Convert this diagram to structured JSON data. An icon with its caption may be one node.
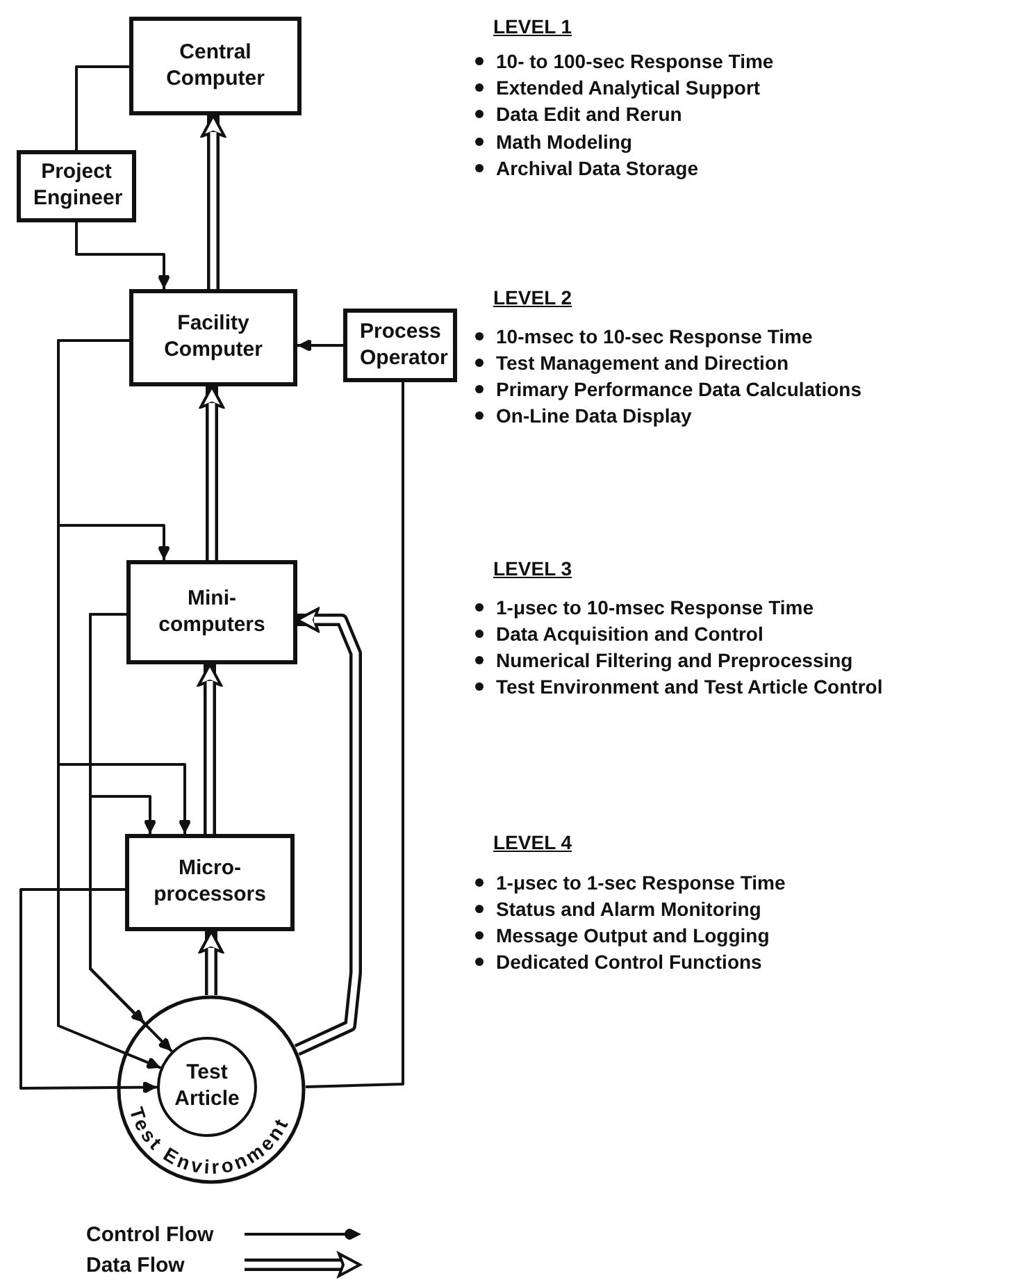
{
  "diagram": {
    "nodes": [
      {
        "text": [
          "Central Computer"
        ]
      },
      {
        "text": [
          "Project Engineer"
        ]
      },
      {
        "text": [
          "Facility Computer"
        ]
      },
      {
        "text": [
          "Process Operator"
        ]
      },
      {
        "text": [
          "Mini- computers"
        ]
      },
      {
        "text": [
          "Micro- processors"
        ]
      },
      {
        "text": [
          "Test Environment"
        ]
      },
      {
        "text": [
          "Test Article"
        ],
        "in": 6
      }
    ],
    "edges": [
      {
        "from": 0,
        "to": 1,
        "arrow": "none"
      },
      {
        "from": 1,
        "to": 2,
        "arrow": "to"
      },
      {
        "from": 3,
        "to": 2,
        "arrow": "to"
      },
      {
        "from": 2,
        "to": 4,
        "arrow": "to"
      },
      {
        "from": 2,
        "to": 5,
        "arrow": "to"
      },
      {
        "from": 2,
        "to": 7,
        "arrow": "to"
      },
      {
        "from": 4,
        "to": 5,
        "arrow": "to"
      },
      {
        "from": 4,
        "to": 6,
        "arrow": "to"
      },
      {
        "from": 4,
        "to": 7,
        "arrow": "to"
      },
      {
        "from": 5,
        "to": 7,
        "arrow": "to"
      },
      {
        "from": 3,
        "to": 6,
        "arrow": "none"
      },
      {
        "from": 2,
        "to": 0,
        "arrow": "to",
        "style": "thick"
      },
      {
        "from": 4,
        "to": 2,
        "arrow": "to",
        "style": "thick"
      },
      {
        "from": 5,
        "to": 4,
        "arrow": "to",
        "style": "thick"
      },
      {
        "from": 6,
        "to": 5,
        "arrow": "to",
        "style": "thick"
      },
      {
        "from": 6,
        "to": 4,
        "arrow": "to",
        "style": "thick"
      }
    ],
    "labels": [
      "LEVEL 1",
      "10- to 100-sec Response Time",
      "Extended Analytical Support",
      "Data Edit and Rerun",
      "Math Modeling",
      "Archival Data Storage",
      "LEVEL 2",
      "10-msec to 10-sec Response Time",
      "Test Management and Direction",
      "Primary Performance Data Calculations",
      "On-Line Data Display",
      "LEVEL 3",
      "1-μsec to 10-msec Response Time",
      "Data Acquisition and Control",
      "Numerical Filtering and Preprocessing",
      "Test Environment and Test Article Control",
      "LEVEL 4",
      "1-μsec to 1-sec Response Time",
      "Status and Alarm Monitoring",
      "Message Output and Logging",
      "Dedicated Control Functions"
    ],
    "legend": [
      {
        "text": "Control Flow"
      },
      {
        "text": "Data Flow"
      }
    ]
  }
}
